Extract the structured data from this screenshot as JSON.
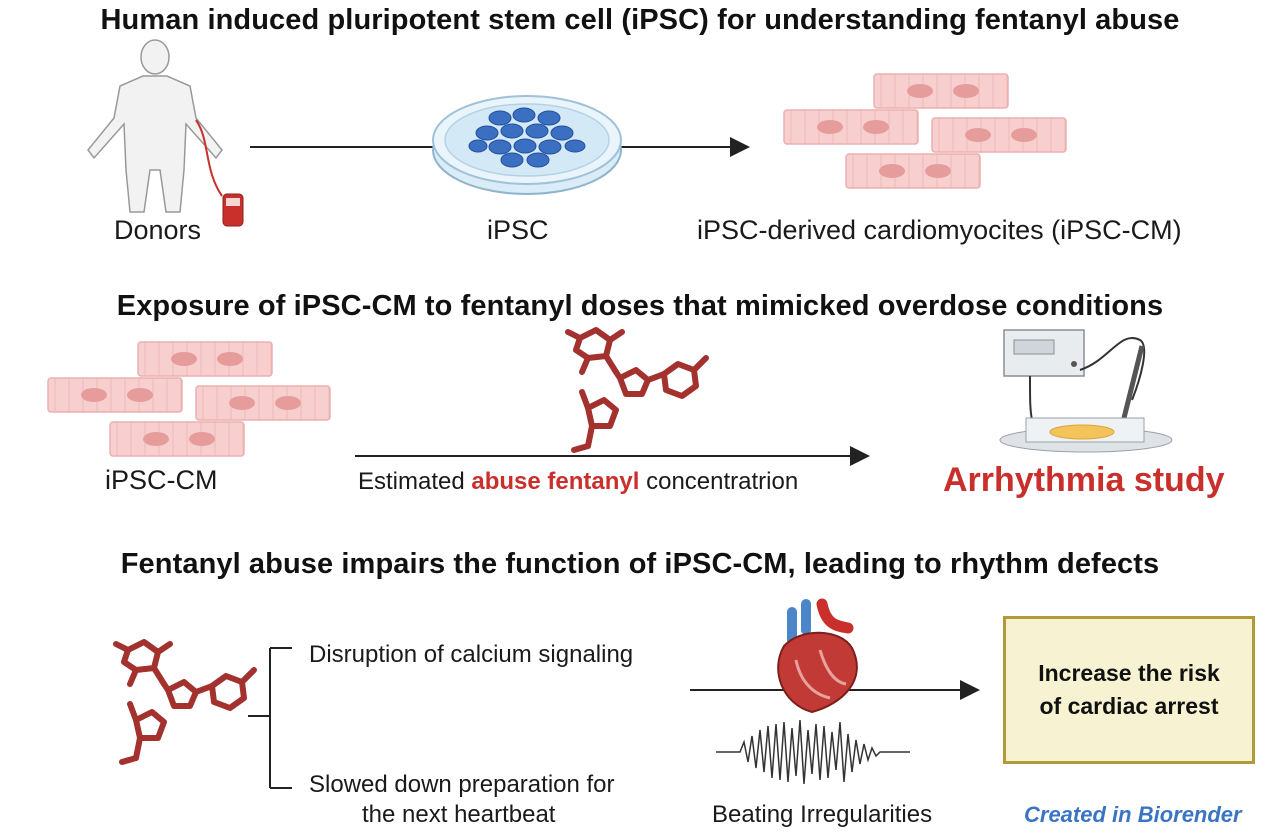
{
  "section1": {
    "title": "Human induced pluripotent stem cell (iPSC) for understanding fentanyl abuse",
    "donors_label": "Donors",
    "ipsc_label": "iPSC",
    "cm_label": "iPSC-derived cardiomyocites (iPSC-CM)"
  },
  "section2": {
    "title": "Exposure of  iPSC-CM to fentanyl doses that mimicked overdose conditions",
    "ipsc_cm_label": "iPSC-CM",
    "concentration_prefix": "Estimated ",
    "concentration_highlight": "abuse fentanyl",
    "concentration_suffix": " concentratrion",
    "study_label": "Arrhythmia study"
  },
  "section3": {
    "title": "Fentanyl abuse impairs the function of iPSC-CM, leading to rhythm defects",
    "effect_1": "Disruption of calcium signaling",
    "effect_2_line1": "Slowed down preparation for",
    "effect_2_line2": "the next heartbeat",
    "beating_label": "Beating Irregularities",
    "outcome_line1": "Increase the risk",
    "outcome_line2": "of cardiac arrest"
  },
  "credit": "Created in Biorender",
  "colors": {
    "accent_red": "#c9302c",
    "molecule": "#a3322f",
    "cell": "#f4c9c8",
    "outcome_box_fill": "#f7f3d2",
    "outcome_box_border": "#b29a38",
    "credit_blue": "#3b74c4"
  }
}
